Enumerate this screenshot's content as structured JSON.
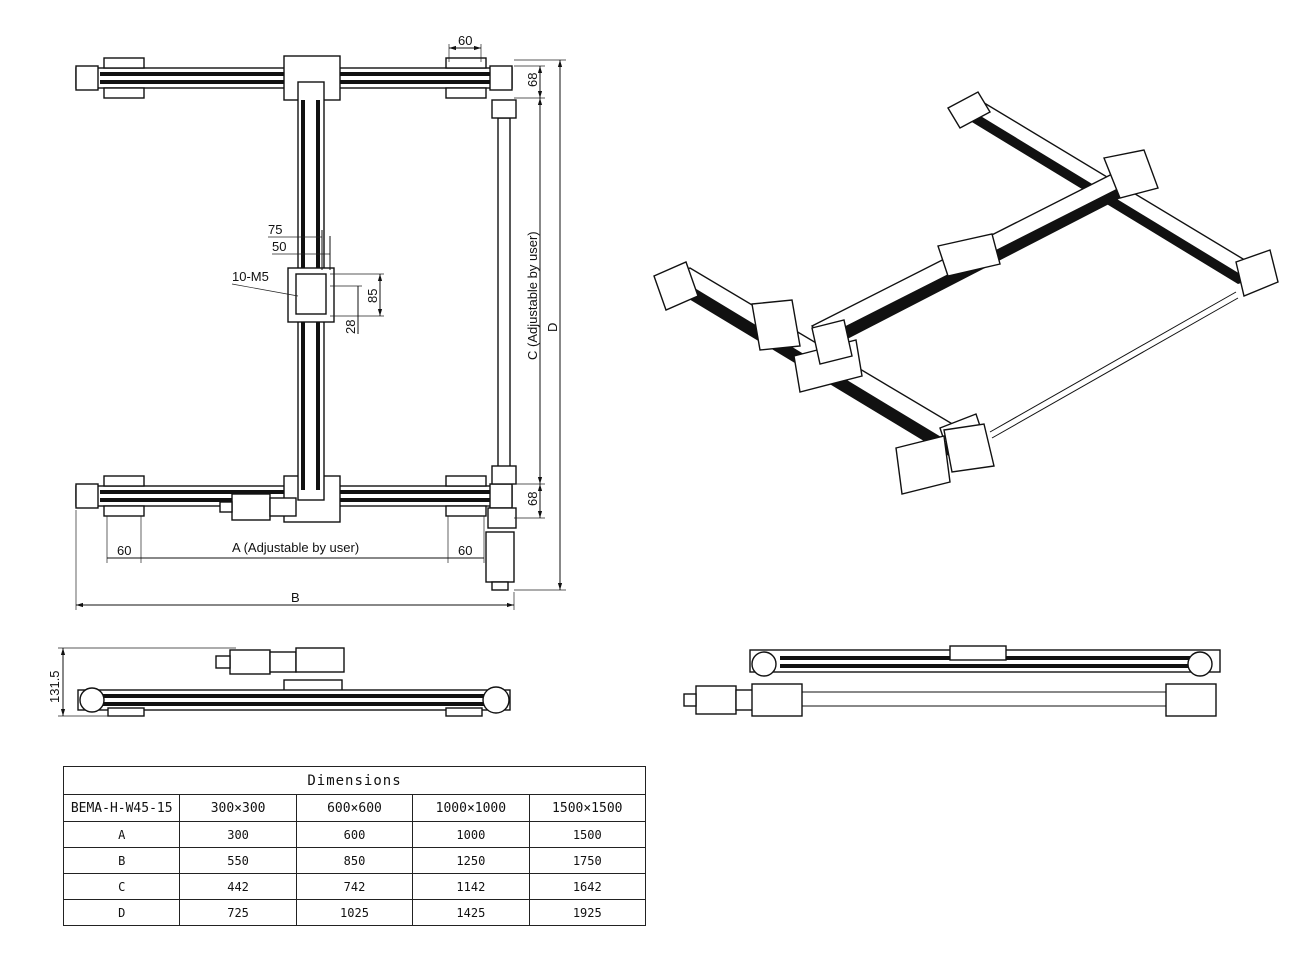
{
  "front_view": {
    "dim_top_60": "60",
    "dim_top_68": "68",
    "dim_75": "75",
    "dim_50": "50",
    "label_10m5": "10-M5",
    "dim_85": "85",
    "dim_28": "28",
    "label_c": "C (Adjustable by user)",
    "label_d": "D",
    "dim_bottom_68": "68",
    "dim_left_60": "60",
    "label_a": "A (Adjustable by user)",
    "dim_right_60": "60",
    "label_b": "B"
  },
  "side_view": {
    "dim_height": "131.5"
  },
  "table": {
    "title": "Dimensions",
    "headers": [
      "BEMA-H-W45-15",
      "300×300",
      "600×600",
      "1000×1000",
      "1500×1500"
    ],
    "rows": [
      [
        "A",
        "300",
        "600",
        "1000",
        "1500"
      ],
      [
        "B",
        "550",
        "850",
        "1250",
        "1750"
      ],
      [
        "C",
        "442",
        "742",
        "1142",
        "1642"
      ],
      [
        "D",
        "725",
        "1025",
        "1425",
        "1925"
      ]
    ]
  }
}
